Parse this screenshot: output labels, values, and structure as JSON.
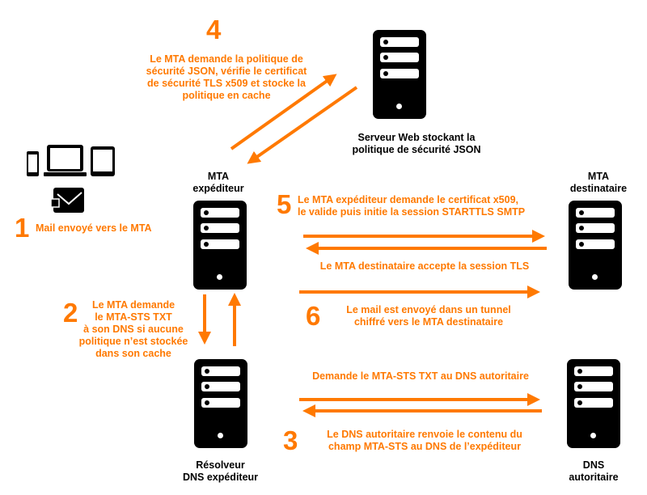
{
  "colors": {
    "accent": "#ff7900",
    "text": "#000000",
    "background": "#ffffff"
  },
  "steps": {
    "s1": {
      "number": "1",
      "text": "Mail envoyé vers le MTA"
    },
    "s2": {
      "number": "2",
      "lines": [
        "Le MTA demande",
        "le MTA-STS TXT",
        "à son DNS si aucune",
        "politique n’est stockée",
        "dans son cache"
      ]
    },
    "s3": {
      "number": "3",
      "request": "Demande le MTA-STS TXT au DNS autoritaire",
      "lines": [
        "Le DNS autoritaire renvoie le contenu du",
        "champ MTA-STS au DNS de l’expéditeur"
      ]
    },
    "s4": {
      "number": "4",
      "lines": [
        "Le MTA demande la politique de",
        "sécurité JSON, vérifie le certificat",
        "de sécurité TLS x509 et stocke la",
        "politique en cache"
      ]
    },
    "s5": {
      "number": "5",
      "lines": [
        "Le MTA expéditeur demande le certificat x509,",
        "le valide puis initie la session STARTTLS SMTP"
      ],
      "response": "Le MTA destinataire accepte la session TLS"
    },
    "s6": {
      "number": "6",
      "lines": [
        "Le mail est envoyé dans un tunnel",
        "chiffré vers le MTA destinataire"
      ]
    }
  },
  "nodes": {
    "web_server": {
      "lines": [
        "Serveur Web stockant la",
        "politique de sécurité JSON"
      ],
      "icon": "server-icon"
    },
    "mta_sender": {
      "lines": [
        "MTA",
        "expéditeur"
      ],
      "icon": "server-icon"
    },
    "mta_recipient": {
      "lines": [
        "MTA",
        "destinataire"
      ],
      "icon": "server-icon"
    },
    "dns_resolver": {
      "lines": [
        "Résolveur",
        "DNS expéditeur"
      ],
      "icon": "server-icon"
    },
    "dns_authoritative": {
      "lines": [
        "DNS",
        "autoritaire"
      ],
      "icon": "server-icon"
    },
    "client_devices": {
      "icons": [
        "smartphone-icon",
        "laptop-icon",
        "tablet-icon",
        "send-mail-icon"
      ]
    }
  }
}
